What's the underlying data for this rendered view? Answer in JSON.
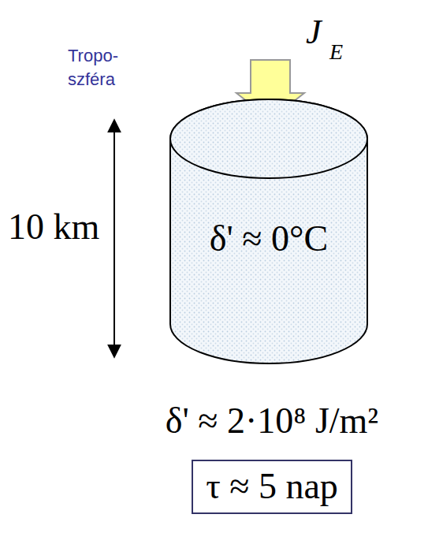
{
  "diagram": {
    "nodes": [
      {
        "text": [
          "δ' ≈ 0°C"
        ]
      },
      {
        "text": [
          "τ ≈ 5 nap"
        ]
      }
    ],
    "labels": [
      "Tropo- szféra",
      "10 km",
      "J",
      "E",
      "δ' ≈ 2·10⁸ J/m²"
    ]
  }
}
